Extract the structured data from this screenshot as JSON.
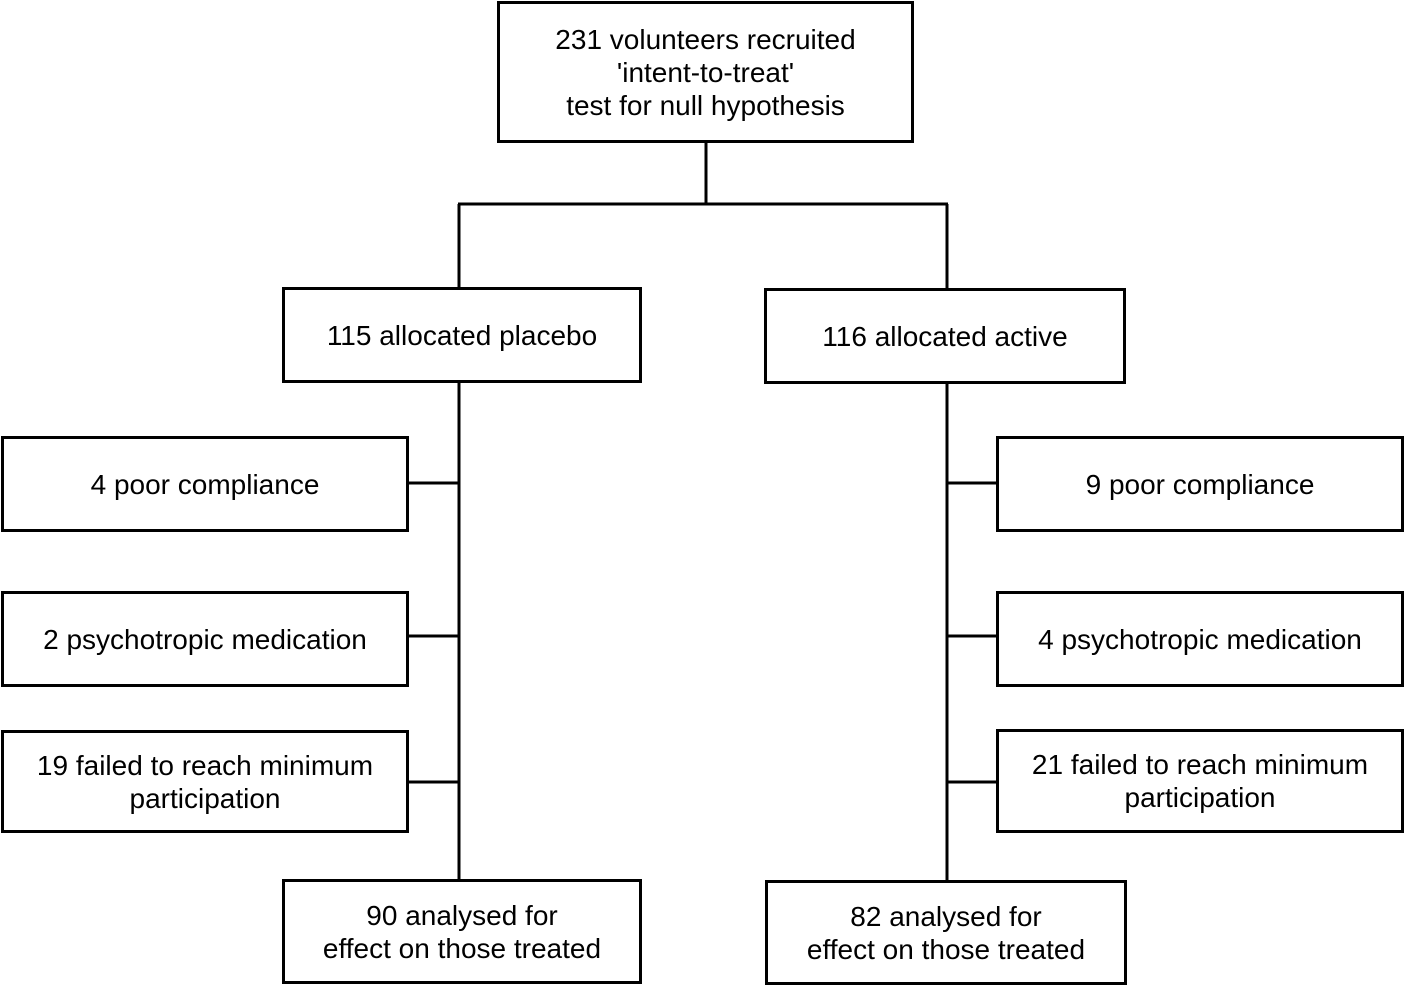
{
  "flowchart": {
    "recruitment": {
      "lines": [
        "231 volunteers recruited",
        "'intent-to-treat'",
        "test for null hypothesis"
      ]
    },
    "placebo_arm": {
      "allocation": "115 allocated placebo",
      "exclusions": [
        {
          "lines": [
            "4 poor compliance"
          ]
        },
        {
          "lines": [
            "2 psychotropic medication"
          ]
        },
        {
          "lines": [
            "19 failed to reach minimum",
            "participation"
          ]
        }
      ],
      "analysed": {
        "lines": [
          "90 analysed for",
          "effect on those treated"
        ]
      }
    },
    "active_arm": {
      "allocation": "116 allocated active",
      "exclusions": [
        {
          "lines": [
            "9 poor compliance"
          ]
        },
        {
          "lines": [
            "4 psychotropic medication"
          ]
        },
        {
          "lines": [
            "21 failed to reach minimum",
            "participation"
          ]
        }
      ],
      "analysed": {
        "lines": [
          "82 analysed for",
          "effect on those treated"
        ]
      }
    }
  }
}
